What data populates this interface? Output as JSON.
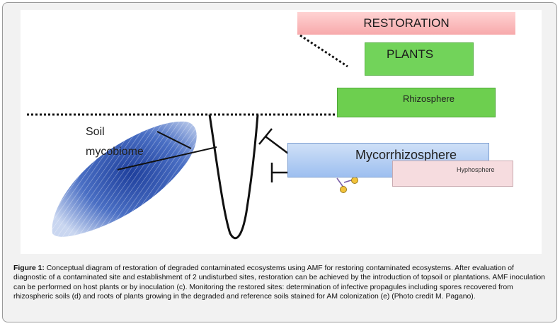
{
  "diagram": {
    "boxes": {
      "restoration": "RESTORATION",
      "plants": "PLANTS",
      "rhizosphere": "Rhizosphere",
      "mycorrhizosphere": "Mycorrhizosphere",
      "hyphosphere": "Hyphosphere"
    },
    "soil_label_line1": "Soil",
    "soil_label_line2": "mycobiome",
    "colors": {
      "restoration": "#f7a9ab",
      "plants": "#72d35a",
      "rhizosphere": "#6dcf4f",
      "mycorrhizosphere": "#9dbff0",
      "hyphosphere": "#f6dcdf",
      "mycobiome_stain": "#2b4fa8"
    }
  },
  "caption": {
    "label": "Figure 1:",
    "text": " Conceptual diagram of restoration of degraded contaminated ecosystems using AMF for restoring contaminated ecosystems. After evaluation of diagnostic of a contaminated site and establishment of 2 undisturbed sites, restoration can be achieved by the introduction of topsoil or plantations. AMF inoculation can be performed on host plants or by inoculation (c). Monitoring the restored sites: determination of infective propagules including spores recovered from rhizospheric soils (d) and roots of plants growing in the degraded and reference soils stained for AM colonization (e) (Photo credit M. Pagano)."
  }
}
